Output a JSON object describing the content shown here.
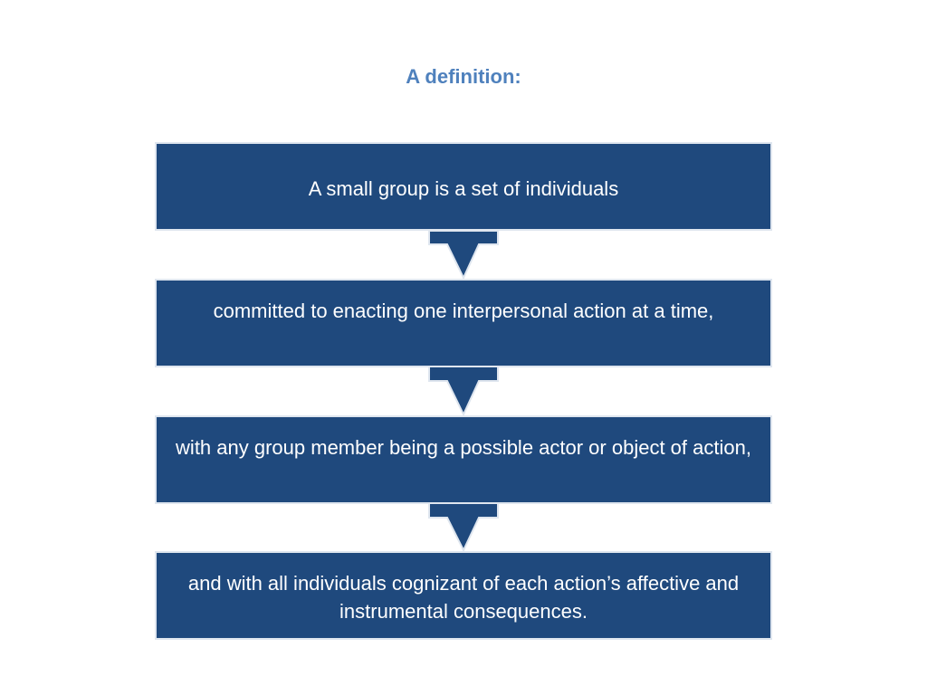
{
  "title": "A definition:",
  "steps": [
    "A small group is a set of individuals",
    "committed to enacting one interpersonal action at a time,",
    "with any group member being a possible actor or object of action,",
    "and with all individuals cognizant of each action’s affective and instrumental consequences."
  ],
  "colors": {
    "title": "#4f81bd",
    "box_fill": "#1f497d",
    "box_border": "#dfe6ef",
    "arrow_fill": "#1f497d",
    "text": "#ffffff"
  },
  "icons": [
    "down-arrow-icon"
  ]
}
